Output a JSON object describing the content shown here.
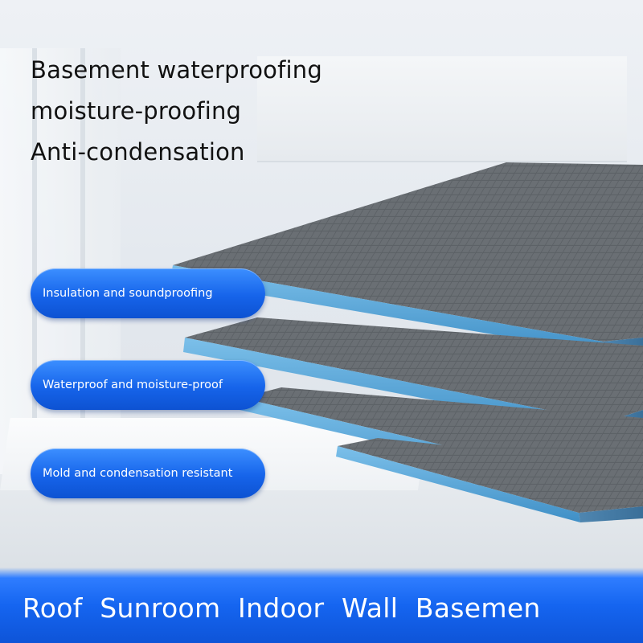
{
  "headings": [
    "Basement waterproofing",
    "moisture-proofing",
    "Anti-condensation"
  ],
  "features": [
    "Insulation and soundproofing",
    "Waterproof and moisture-proof",
    "Mold and condensation resistant"
  ],
  "banner": "Roof  Sunroom  Indoor  Wall  Basemen",
  "colors": {
    "board_top": "#5b5f64",
    "board_edge_blue": "#5aa6d6",
    "pill_blue": "#1664ea",
    "banner_blue": "#1565f0"
  }
}
